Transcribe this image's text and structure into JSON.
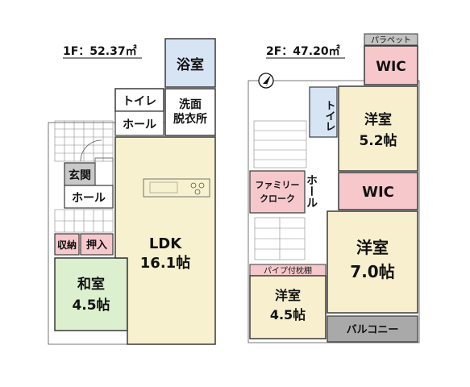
{
  "floor1": {
    "title": "1F：52.37㎡",
    "rooms": {
      "bath": "浴室",
      "toilet": "トイレ",
      "washroom_line1": "洗面",
      "washroom_line2": "脱衣所",
      "hall_upper": "ホール",
      "entrance": "玄関",
      "hall_lower": "ホール",
      "storage": "収納",
      "closet": "押入",
      "ldk_line1": "LDK",
      "ldk_line2": "16.1帖",
      "washitsu_line1": "和室",
      "washitsu_line2": "4.5帖"
    }
  },
  "floor2": {
    "title": "2F：47.20㎡",
    "rooms": {
      "parapet": "パラペット",
      "wic_top": "WIC",
      "toilet": "トイレ",
      "western_a_line1": "洋室",
      "western_a_line2": "5.2帖",
      "family_closet_line1": "ファミリー",
      "family_closet_line2": "クローク",
      "hall": "ホール",
      "wic_mid": "WIC",
      "pipe_shelf": "パイプ付枕棚",
      "western_b_line1": "洋室",
      "western_b_line2": "7.0帖",
      "western_c_line1": "洋室",
      "western_c_line2": "4.5帖",
      "balcony": "バルコニー"
    }
  },
  "colors": {
    "ldk": "#f7f1cf",
    "washitsu": "#dcefcf",
    "bath": "#d6e4f4",
    "western": "#f8efcf",
    "wic": "#f6c8cc",
    "family_closet": "#f6c8cc",
    "pipe_shelf": "#f6c8cc",
    "storage": "#f6c8cc",
    "toilet2": "#d6e4f4",
    "balcony": "#a9a9a9",
    "parapet": "#c4c4c4",
    "entrance": "#c9c9c9"
  }
}
